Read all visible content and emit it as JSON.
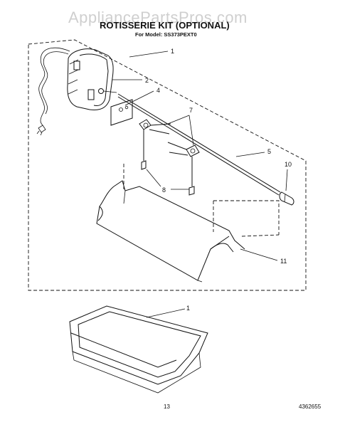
{
  "watermark": "AppliancePartsPros.com",
  "header": {
    "title": "ROTISSERIE KIT (OPTIONAL)",
    "model": "For Model: SS373PEXT0"
  },
  "callouts": [
    {
      "id": "c1a",
      "label": "1"
    },
    {
      "id": "c2",
      "label": "2"
    },
    {
      "id": "c4",
      "label": "4"
    },
    {
      "id": "c7",
      "label": "7"
    },
    {
      "id": "c5",
      "label": "5"
    },
    {
      "id": "c10",
      "label": "10"
    },
    {
      "id": "c8",
      "label": "8"
    },
    {
      "id": "c11",
      "label": "11"
    },
    {
      "id": "c1b",
      "label": "1"
    }
  ],
  "footer": {
    "page_number": "13",
    "doc_number": "4362655"
  }
}
